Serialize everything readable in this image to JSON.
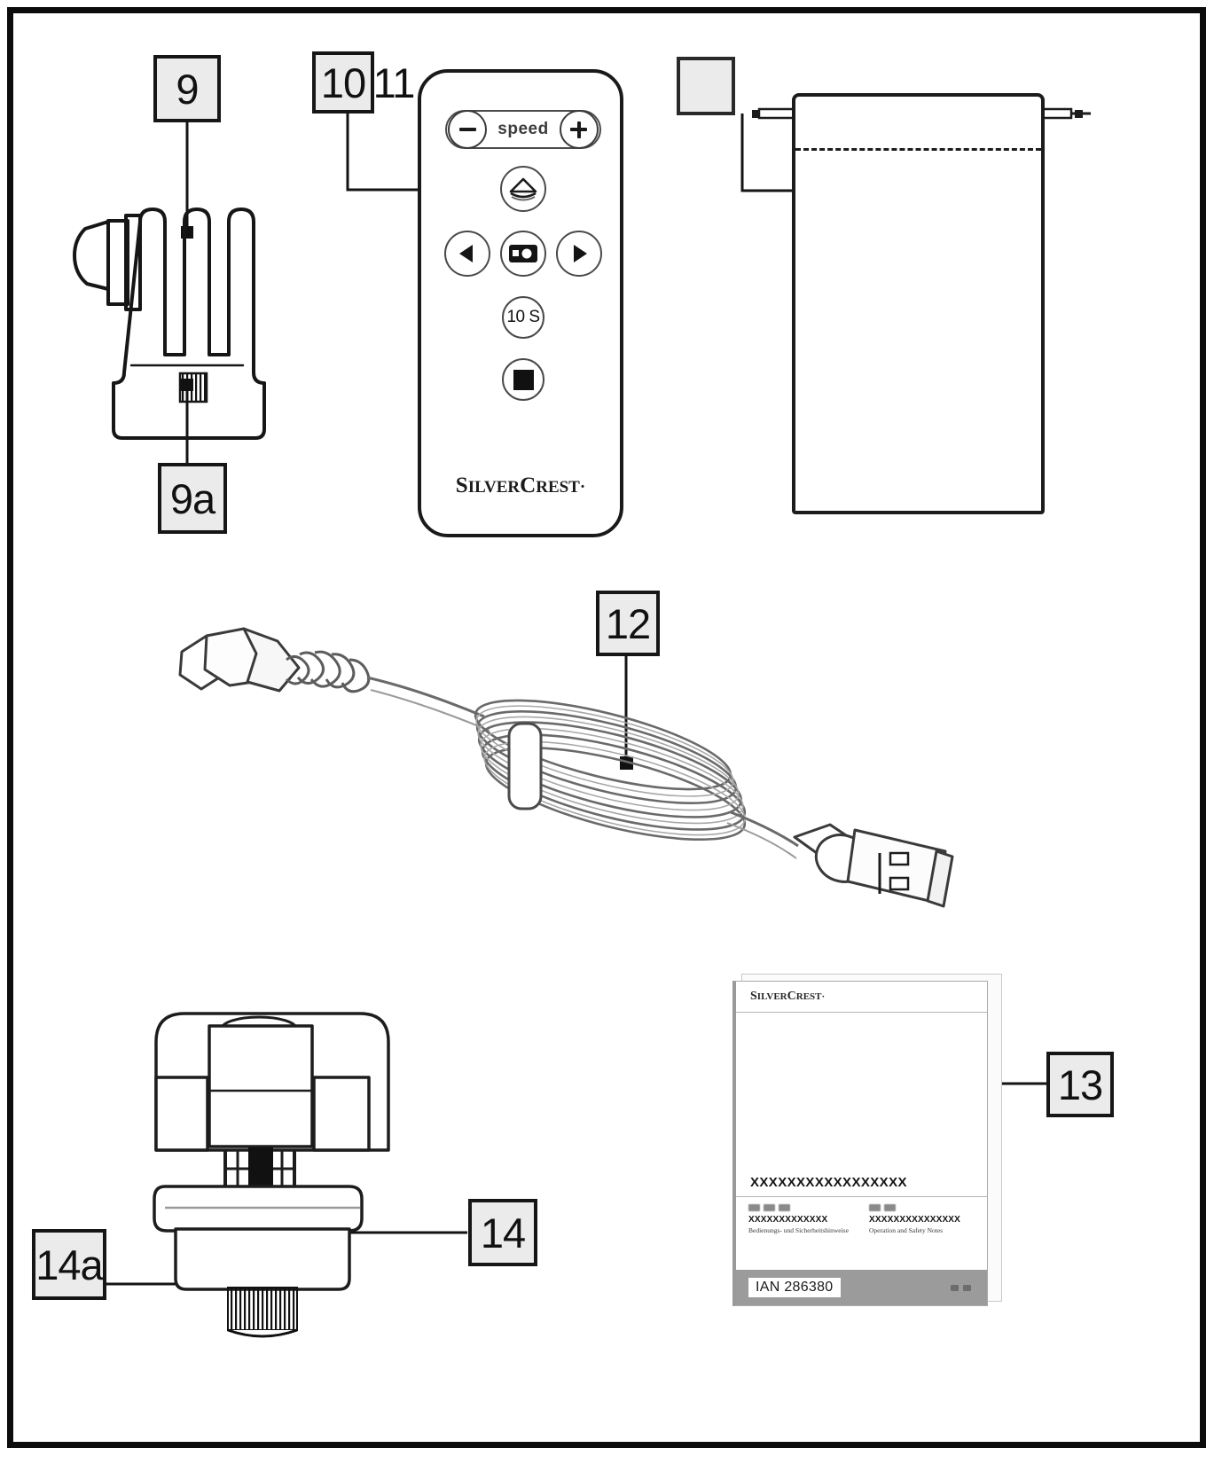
{
  "document": {
    "type": "product-parts-diagram",
    "brand": "SilverCrest",
    "article_number": "IAN 286380"
  },
  "callouts": [
    {
      "id": "callout-9",
      "label": "9",
      "target": "mount-prong-bracket"
    },
    {
      "id": "callout-9a",
      "label": "9a",
      "target": "mount-thumbscrew"
    },
    {
      "id": "callout-10",
      "label": "10",
      "target": "remote-control-body"
    },
    {
      "id": "callout-11",
      "label": "11",
      "target": "remote-control-outline"
    },
    {
      "id": "callout-blank",
      "label": "",
      "target": "storage-pouch"
    },
    {
      "id": "callout-12",
      "label": "12",
      "target": "usb-cable"
    },
    {
      "id": "callout-13",
      "label": "13",
      "target": "instruction-manual"
    },
    {
      "id": "callout-14",
      "label": "14",
      "target": "tripod-adapter-body"
    },
    {
      "id": "callout-14a",
      "label": "14a",
      "target": "tripod-adapter-screw"
    }
  ],
  "remote": {
    "brand_main": "S",
    "brand_ilver": "ILVER",
    "brand_c": "C",
    "brand_rest": "REST",
    "brand_tm": "·",
    "speed_label": "speed",
    "minus_label": "−",
    "plus_label": "+",
    "timer_label": "10 S",
    "buttons": [
      {
        "name": "speed-decrease-button",
        "icon": "minus-icon"
      },
      {
        "name": "speed-increase-button",
        "icon": "plus-icon"
      },
      {
        "name": "pan-mode-button",
        "icon": "dome-icon"
      },
      {
        "name": "rotate-left-button",
        "icon": "triangle-left-icon"
      },
      {
        "name": "photo-capture-button",
        "icon": "camera-icon"
      },
      {
        "name": "rotate-right-button",
        "icon": "triangle-right-icon"
      },
      {
        "name": "timer-button",
        "icon": "ten-second-icon"
      },
      {
        "name": "stop-button",
        "icon": "stop-square-icon"
      }
    ]
  },
  "manual": {
    "brand_s": "S",
    "brand_ilver": "ILVER",
    "brand_c": "C",
    "brand_rest": "REST",
    "brand_tm": "·",
    "title_placeholder": "XXXXXXXXXXXXXXXXX",
    "columns": [
      {
        "x_line": "XXXXXXXXXXXXX",
        "caption": "Bedienungs- und Sicherheitshinweise"
      },
      {
        "x_line": "XXXXXXXXXXXXXXX",
        "caption": "Operation and Safety Notes"
      }
    ],
    "ian": "IAN 286380"
  },
  "parts": {
    "mount": {
      "name": "prong-mount-bracket"
    },
    "pouch": {
      "name": "drawstring-storage-pouch"
    },
    "cable": {
      "name": "usb-to-micro-usb-cable"
    },
    "adapter": {
      "name": "tripod-quick-release-adapter"
    }
  }
}
